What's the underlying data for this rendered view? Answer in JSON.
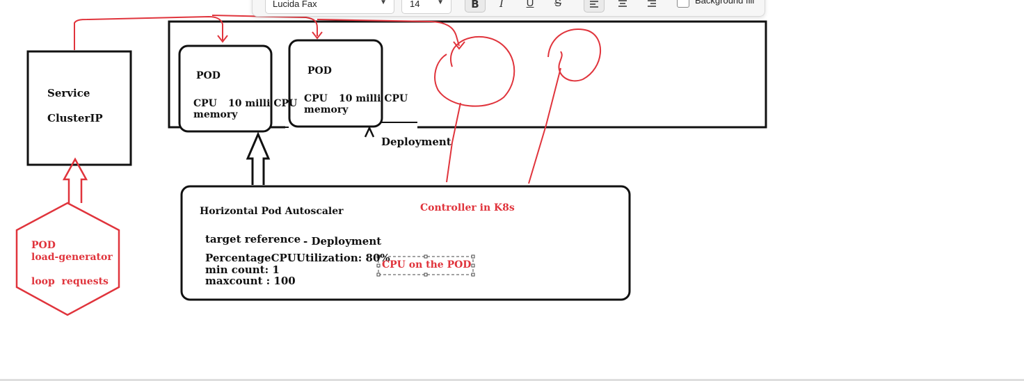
{
  "toolbar": {
    "font_family": "Lucida Fax",
    "font_size": "14",
    "bold": "B",
    "italic": "I",
    "underline": "U",
    "strikethrough": "S",
    "background_fill_label": "Background fill"
  },
  "service": {
    "line1": "Service",
    "line2": "ClusterIP"
  },
  "pod1": {
    "title": "POD",
    "cpu": "CPU",
    "cpu_value": "10 milli CPU",
    "memory": "memory"
  },
  "pod2": {
    "title": "POD",
    "cpu": "CPU",
    "cpu_value": "10 milli CPU",
    "memory": "memory"
  },
  "deployment_label": "Deployment",
  "load_generator": {
    "line1": "POD",
    "line2": "load-generator",
    "line3": "loop  requests"
  },
  "hpa": {
    "title": "Horizontal Pod Autoscaler",
    "controller_note": "Controller in K8s",
    "target_reference": "target reference",
    "target_value": "- Deployment",
    "utilization": "PercentageCPUUtilization: 80%",
    "utilization_note": "CPU on the POD",
    "min_count": "min count: 1",
    "max_count": "maxcount : 100"
  },
  "colors": {
    "ink": "#111111",
    "annotation_red": "#e0343c",
    "toolbar_bg": "#f6f6f6"
  }
}
